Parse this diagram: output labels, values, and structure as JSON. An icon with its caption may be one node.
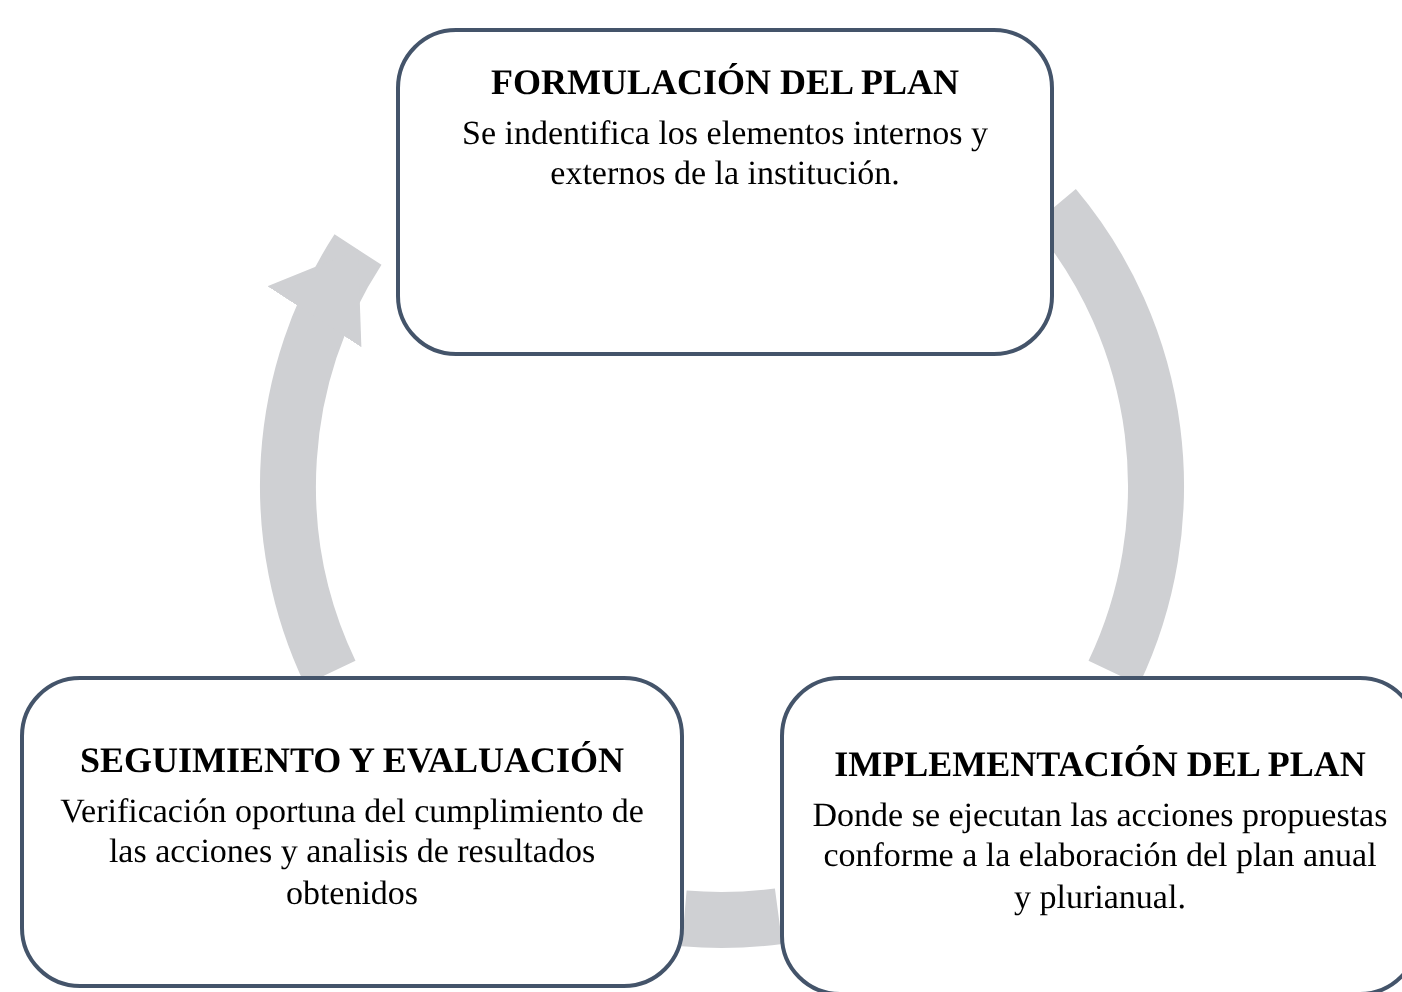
{
  "diagram": {
    "nodes": [
      {
        "text": [
          "FORMULACIÓN DEL PLAN",
          "Se indentifica los elementos internos y externos de la institución."
        ]
      },
      {
        "text": [
          "IMPLEMENTACIÓN DEL PLAN",
          "Donde se ejecutan las acciones propuestas conforme a la elaboración del plan anual y plurianual."
        ]
      },
      {
        "text": [
          "SEGUIMIENTO Y EVALUACIÓN",
          "Verificación oportuna del cumplimiento de las acciones y analisis de resultados obtenidos"
        ]
      }
    ],
    "edges": [
      {
        "from": 0,
        "to": 1,
        "arrow": "none"
      },
      {
        "from": 1,
        "to": 2,
        "arrow": "none"
      },
      {
        "from": 2,
        "to": 0,
        "arrow": "to"
      }
    ]
  }
}
